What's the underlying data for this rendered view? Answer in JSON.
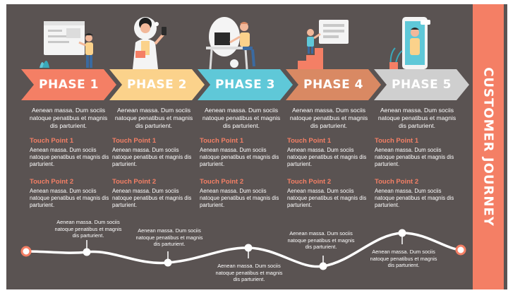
{
  "sidebar": {
    "title": "CUSTOMER JOURNEY"
  },
  "colors": {
    "background": "#5a5352",
    "accent": "#f47f65",
    "phase1": "#f47f65",
    "phase2": "#fbd28b",
    "phase3": "#5fc8d8",
    "phase4": "#d98963",
    "phase5": "#cfcfcf"
  },
  "phases": [
    {
      "label": "PHASE 1",
      "illustration": "person-at-whiteboard-illustration",
      "description": "Aenean massa. Dum sociis natoque penatibus et magnis dis parturient.",
      "touchpoints": [
        {
          "title": "Touch Point 1",
          "text": "Aenean massa. Dum sociis natoque penatibus et magnis dis parturient."
        },
        {
          "title": "Touch Point 2",
          "text": "Aenean massa. Dum sociis natoque penatibus et magnis dis parturient."
        }
      ]
    },
    {
      "label": "PHASE 2",
      "illustration": "woman-with-phone-illustration",
      "description": "Aenean massa. Dum sociis natoque penatibus et magnis dis parturient.",
      "touchpoints": [
        {
          "title": "Touch Point 1",
          "text": "Aenean massa. Dum sociis natoque penatibus et magnis dis parturient."
        },
        {
          "title": "Touch Point 2",
          "text": "Aenean massa. Dum sociis natoque penatibus et magnis dis parturient."
        }
      ]
    },
    {
      "label": "PHASE 3",
      "illustration": "person-at-desk-illustration",
      "description": "Aenean massa. Dum sociis natoque penatibus et magnis dis parturient.",
      "touchpoints": [
        {
          "title": "Touch Point 1",
          "text": "Aenean massa. Dum sociis natoque penatibus et magnis dis parturient."
        },
        {
          "title": "Touch Point 2",
          "text": "Aenean massa. Dum sociis natoque penatibus et magnis dis parturient."
        }
      ]
    },
    {
      "label": "PHASE 4",
      "illustration": "person-on-steps-illustration",
      "description": "Aenean massa. Dum sociis natoque penatibus et magnis dis parturient.",
      "touchpoints": [
        {
          "title": "Touch Point 1",
          "text": "Aenean massa. Dum sociis natoque penatibus et magnis dis parturient."
        },
        {
          "title": "Touch Point 2",
          "text": "Aenean massa. Dum sociis natoque penatibus et magnis dis parturient."
        }
      ]
    },
    {
      "label": "PHASE 5",
      "illustration": "person-in-phone-illustration",
      "description": "Aenean massa. Dum sociis natoque penatibus et magnis dis parturient.",
      "touchpoints": [
        {
          "title": "Touch Point 1",
          "text": "Aenean massa. Dum sociis natoque penatibus et magnis dis parturient."
        },
        {
          "title": "Touch Point 2",
          "text": "Aenean massa. Dum sociis natoque penatibus et magnis dis parturient."
        }
      ]
    }
  ],
  "journey_notes": [
    "Aenean massa. Dum sociis natoque penatibus et magnis dis parturient.",
    "Aenean massa. Dum sociis natoque penatibus et magnis dis parturient.",
    "Aenean massa. Dum sociis natoque penatibus et magnis dis parturient.",
    "Aenean massa. Dum sociis natoque penatibus et magnis dis parturient.",
    "Aenean massa. Dum sociis natoque penatibus et magnis dis parturient."
  ]
}
